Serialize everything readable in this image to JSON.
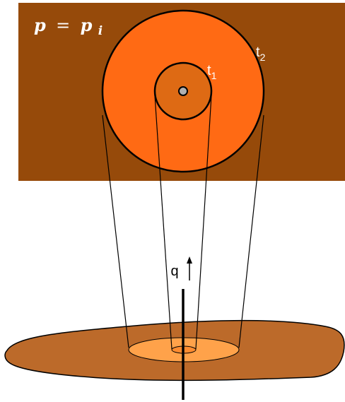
{
  "colors": {
    "background": "#ffffff",
    "formation_top": "#964a0a",
    "formation_bottom": "#bc6a2a",
    "outer_zone": "#ff6a14",
    "inner_zone": "#de6a14",
    "well_dot": "#b0b0b0",
    "bottom_outer_zone": "#ffa24a",
    "bottom_inner_zone": "#ff8c30",
    "stroke": "#000000"
  },
  "labels": {
    "pressure_lhs": "p",
    "pressure_eq": "=",
    "pressure_rhs": "p",
    "pressure_sub": "i",
    "t1_base": "t",
    "t1_sub": "1",
    "t2_base": "t",
    "t2_sub": "2",
    "flow": "q"
  },
  "icons": {
    "flow_direction": "up-arrow-icon",
    "wellbore": "well-line-icon"
  }
}
